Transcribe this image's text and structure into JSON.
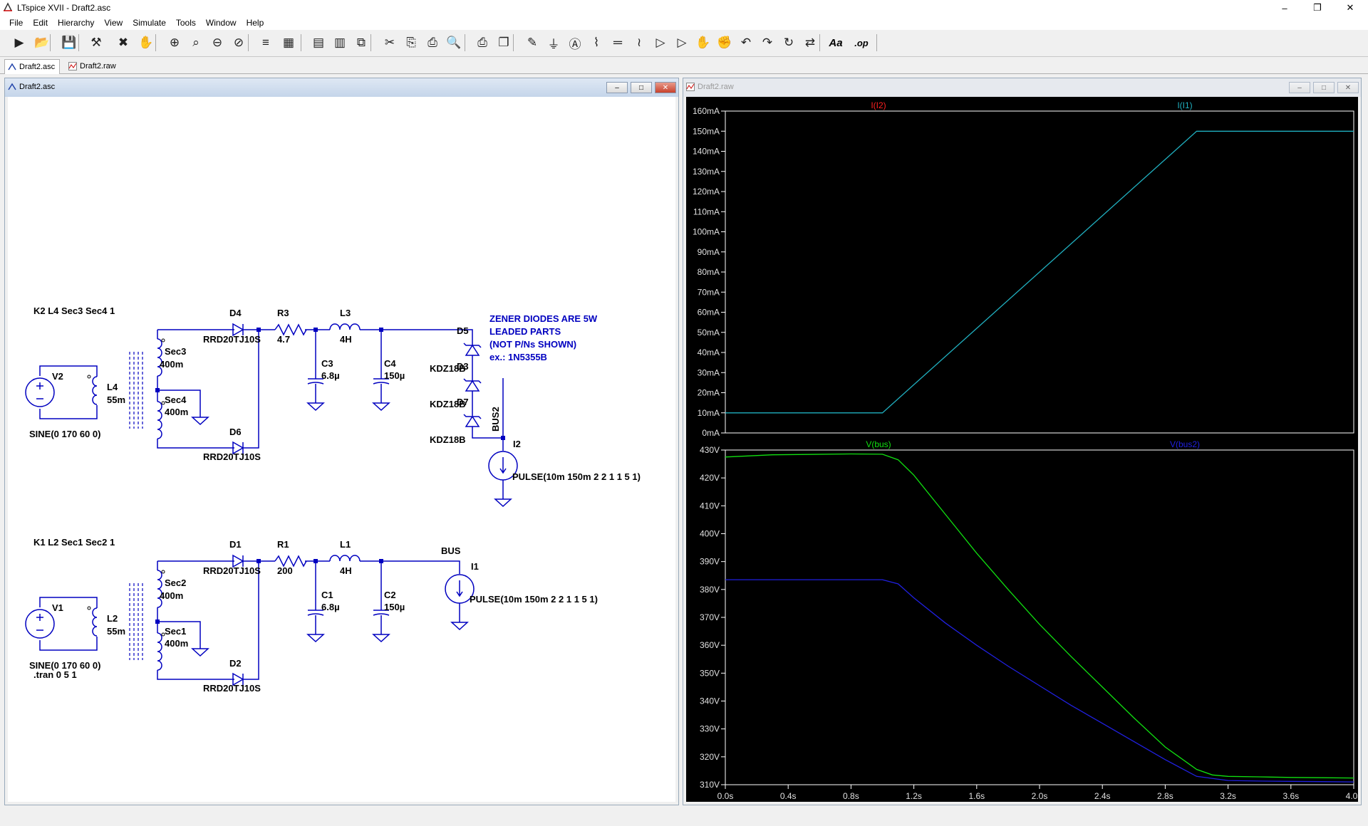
{
  "window": {
    "title": "LTspice XVII - Draft2.asc"
  },
  "menu": [
    "File",
    "Edit",
    "Hierarchy",
    "View",
    "Simulate",
    "Tools",
    "Window",
    "Help"
  ],
  "toolbar_icons": [
    "run-icon",
    "open-icon",
    "save-icon",
    "control-panel-icon",
    "halt-icon",
    "pan-icon",
    "zoom-in-icon",
    "zoom-area-icon",
    "zoom-out-icon",
    "zoom-cancel-icon",
    "autorange-icon",
    "grid-icon",
    "tile-horizontal-icon",
    "tile-vertical-icon",
    "cascade-icon",
    "cut-icon",
    "copy-icon",
    "paste-icon",
    "find-icon",
    "print-icon",
    "print-preview-icon",
    "draw-wire-icon",
    "ground-icon",
    "label-net-icon",
    "resistor-icon",
    "capacitor-icon",
    "inductor-icon",
    "diode-icon",
    "component-icon",
    "move-icon",
    "drag-icon",
    "undo-icon",
    "redo-icon",
    "rotate-icon",
    "mirror-icon",
    "text-icon",
    "spice-directive-icon"
  ],
  "toolbar_text": {
    "text": "Aa",
    "op": ".op"
  },
  "tabs": [
    {
      "label": "Draft2.asc"
    },
    {
      "label": "Draft2.raw"
    }
  ],
  "schematic_window": {
    "title": "Draft2.asc"
  },
  "waveform_window": {
    "title": "Draft2.raw"
  },
  "schematic": {
    "top": {
      "k": "K2 L4 Sec3 Sec4 1",
      "source": "V2",
      "source_value": "SINE(0 170 60 0)",
      "primary": "L4",
      "primary_value": "55m",
      "sec_a": "Sec3",
      "sec_a_value": "400m",
      "sec_b": "Sec4",
      "sec_b_value": "400m",
      "diode_a": "D4",
      "diode_a_model": "RRD20TJ10S",
      "diode_b": "D6",
      "diode_b_model": "RRD20TJ10S",
      "res": "R3",
      "res_value": "4.7",
      "ind": "L3",
      "ind_value": "4H",
      "cap_a": "C3",
      "cap_a_value": "6.8µ",
      "cap_b": "C4",
      "cap_b_value": "150µ",
      "zeners": [
        {
          "name": "D5",
          "model": "KDZ18B"
        },
        {
          "name": "D3",
          "model": "KDZ18B"
        },
        {
          "name": "D7",
          "model": "KDZ18B"
        }
      ],
      "net": "BUS2",
      "load": "I2",
      "load_value": "PULSE(10m 150m 2 2 1 1 5 1)"
    },
    "bottom": {
      "k": "K1 L2 Sec1 Sec2 1",
      "source": "V1",
      "source_value": "SINE(0 170 60 0)",
      "primary": "L2",
      "primary_value": "55m",
      "sec_a": "Sec2",
      "sec_a_value": "400m",
      "sec_b": "Sec1",
      "sec_b_value": "400m",
      "diode_a": "D1",
      "diode_a_model": "RRD20TJ10S",
      "diode_b": "D2",
      "diode_b_model": "RRD20TJ10S",
      "res": "R1",
      "res_value": "200",
      "ind": "L1",
      "ind_value": "4H",
      "cap_a": "C1",
      "cap_a_value": "6.8µ",
      "cap_b": "C2",
      "cap_b_value": "150µ",
      "net": "BUS",
      "load": "I1",
      "load_value": "PULSE(10m 150m 2 2 1 1 5 1)"
    },
    "note": [
      "ZENER DIODES ARE 5W",
      "LEADED PARTS",
      "(NOT P/Ns SHOWN)",
      "ex.: 1N5355B"
    ],
    "directive": ".tran 0 5 1"
  },
  "colors": {
    "i2": "#ff2020",
    "i1": "#20b0c0",
    "vbus": "#10e010",
    "vbus2": "#2020e0",
    "wire": "#0000c0",
    "schem_text": "#000000",
    "note_text": "#0000c0"
  },
  "chart_data": [
    {
      "type": "line",
      "ylabel_unit": "mA",
      "ylim": [
        0,
        160
      ],
      "yticks": [
        "160mA",
        "150mA",
        "140mA",
        "130mA",
        "120mA",
        "110mA",
        "100mA",
        "90mA",
        "80mA",
        "70mA",
        "60mA",
        "50mA",
        "40mA",
        "30mA",
        "20mA",
        "10mA",
        "0mA"
      ],
      "xlim": [
        0,
        4
      ],
      "series": [
        {
          "name": "I(I2)",
          "x": [],
          "y": []
        },
        {
          "name": "I(I1)",
          "x": [
            0,
            1.0,
            3.0,
            4.0
          ],
          "y": [
            10,
            10,
            150,
            150
          ]
        }
      ]
    },
    {
      "type": "line",
      "ylim": [
        310,
        430
      ],
      "yticks": [
        "430V",
        "420V",
        "410V",
        "400V",
        "390V",
        "380V",
        "370V",
        "360V",
        "350V",
        "340V",
        "330V",
        "320V",
        "310V"
      ],
      "xlim": [
        0,
        4
      ],
      "xticks": [
        "0.0s",
        "0.4s",
        "0.8s",
        "1.2s",
        "1.6s",
        "2.0s",
        "2.4s",
        "2.8s",
        "3.2s",
        "3.6s",
        "4.0s"
      ],
      "series": [
        {
          "name": "V(bus)",
          "x": [
            0,
            0.3,
            0.8,
            1.0,
            1.1,
            1.2,
            1.4,
            1.6,
            1.8,
            2.0,
            2.2,
            2.4,
            2.6,
            2.8,
            3.0,
            3.1,
            3.2,
            3.4,
            3.6,
            3.8,
            4.0
          ],
          "y": [
            427.5,
            428.3,
            428.6,
            428.5,
            426.5,
            421,
            407,
            393,
            380,
            367.5,
            356,
            345,
            334,
            323.5,
            315.5,
            313.5,
            313,
            312.8,
            312.6,
            312.5,
            312.4
          ]
        },
        {
          "name": "V(bus2)",
          "x": [
            0,
            0.5,
            1.0,
            1.1,
            1.2,
            1.4,
            1.6,
            1.8,
            2.0,
            2.2,
            2.4,
            2.6,
            2.8,
            3.0,
            3.2,
            3.4,
            3.6,
            3.8,
            4.0
          ],
          "y": [
            383.5,
            383.5,
            383.5,
            382,
            377,
            368,
            360,
            352.5,
            345.5,
            338.5,
            332,
            325.5,
            319,
            313,
            311.5,
            311.3,
            311.2,
            311.1,
            311
          ]
        }
      ]
    }
  ]
}
